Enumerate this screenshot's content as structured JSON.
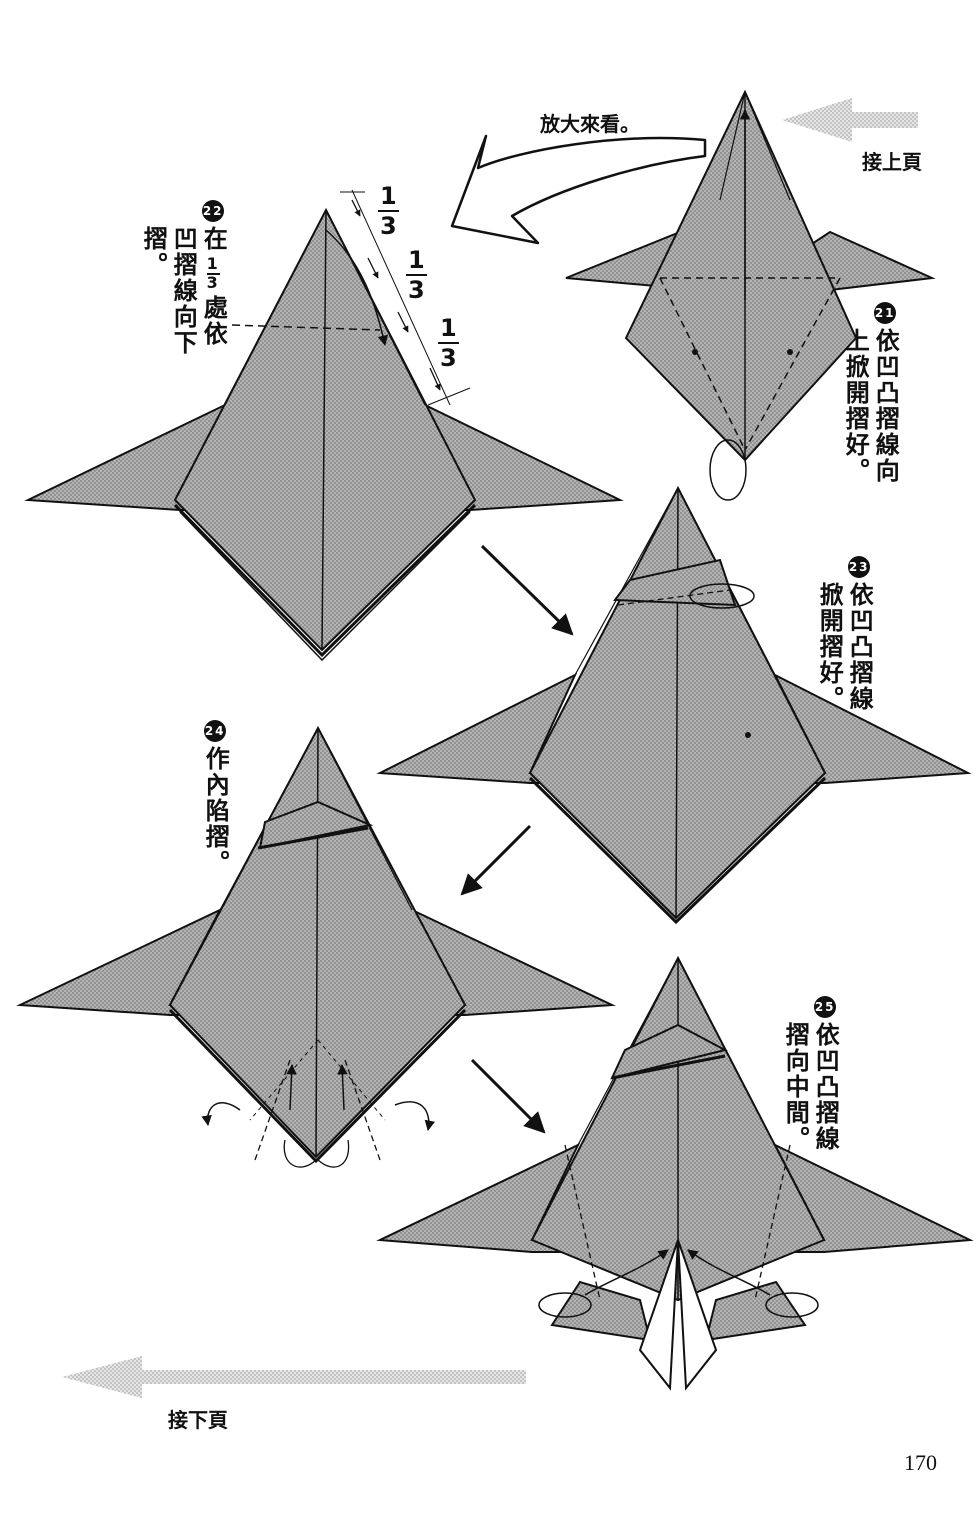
{
  "header": {
    "enlarge_label": "放大來看。",
    "continue_from": "接上頁"
  },
  "steps": [
    {
      "number": "21",
      "text": [
        "依凹凸摺線向",
        "上掀開摺好。"
      ]
    },
    {
      "number": "22",
      "text_before": "在",
      "fraction": {
        "num": "1",
        "den": "3"
      },
      "text_after": "處依",
      "text_rest": [
        "凹摺線向下",
        "摺。"
      ]
    },
    {
      "number": "23",
      "text": [
        "依凹凸摺線",
        "掀開摺好。"
      ]
    },
    {
      "number": "24",
      "text": [
        "作內陷摺。"
      ]
    },
    {
      "number": "25",
      "text": [
        "依凹凸摺線",
        "摺向中間。"
      ]
    }
  ],
  "fractions": [
    {
      "num": "1",
      "den": "3"
    },
    {
      "num": "1",
      "den": "3"
    },
    {
      "num": "1",
      "den": "3"
    }
  ],
  "footer": {
    "continue_to": "接下頁",
    "page_number": "170"
  },
  "colors": {
    "paper_fill": "#a9a9a9",
    "paper_dark": "#8a8a8a",
    "line": "#111111",
    "guide_arrow": "#bdbdbd",
    "background": "#ffffff"
  }
}
